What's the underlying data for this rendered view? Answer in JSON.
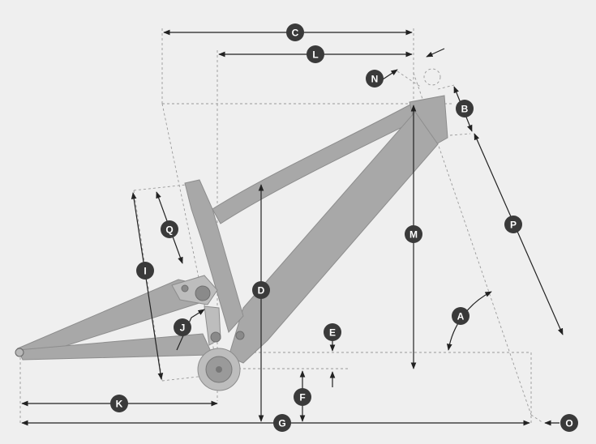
{
  "diagram": {
    "background_color": "#efefef",
    "frame_color": "#a8a8a8",
    "dimension_line_color": "#222222",
    "badge_color": "#3a3a3a",
    "labels": {
      "A": "A",
      "B": "B",
      "C": "C",
      "D": "D",
      "E": "E",
      "F": "F",
      "G": "G",
      "I": "I",
      "J": "J",
      "K": "K",
      "L": "L",
      "M": "M",
      "N": "N",
      "O": "O",
      "P": "P",
      "Q": "Q"
    }
  }
}
